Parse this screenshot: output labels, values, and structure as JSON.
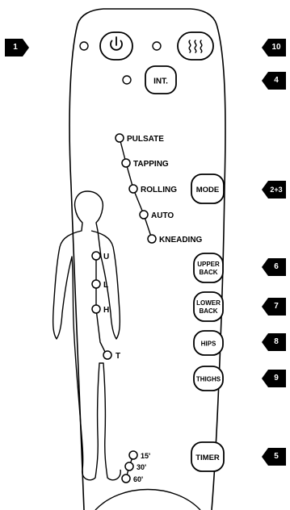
{
  "callouts": {
    "c1": "1",
    "c10": "10",
    "c4": "4",
    "c23": "2+3",
    "c6": "6",
    "c7": "7",
    "c8": "8",
    "c9": "9",
    "c5": "5"
  },
  "buttons": {
    "power_icon": "power-icon",
    "heat_icon": "heat-icon",
    "int": "INT.",
    "mode": "MODE",
    "upper_back_1": "UPPER",
    "upper_back_2": "BACK",
    "lower_back_1": "LOWER",
    "lower_back_2": "BACK",
    "hips": "HIPS",
    "thighs": "THIGHS",
    "timer": "TIMER"
  },
  "modes": [
    "PULSATE",
    "TAPPING",
    "ROLLING",
    "AUTO",
    "KNEADING"
  ],
  "body_points": [
    "U",
    "L",
    "H",
    "T"
  ],
  "timer_options": [
    "15'",
    "30'",
    "60'"
  ]
}
